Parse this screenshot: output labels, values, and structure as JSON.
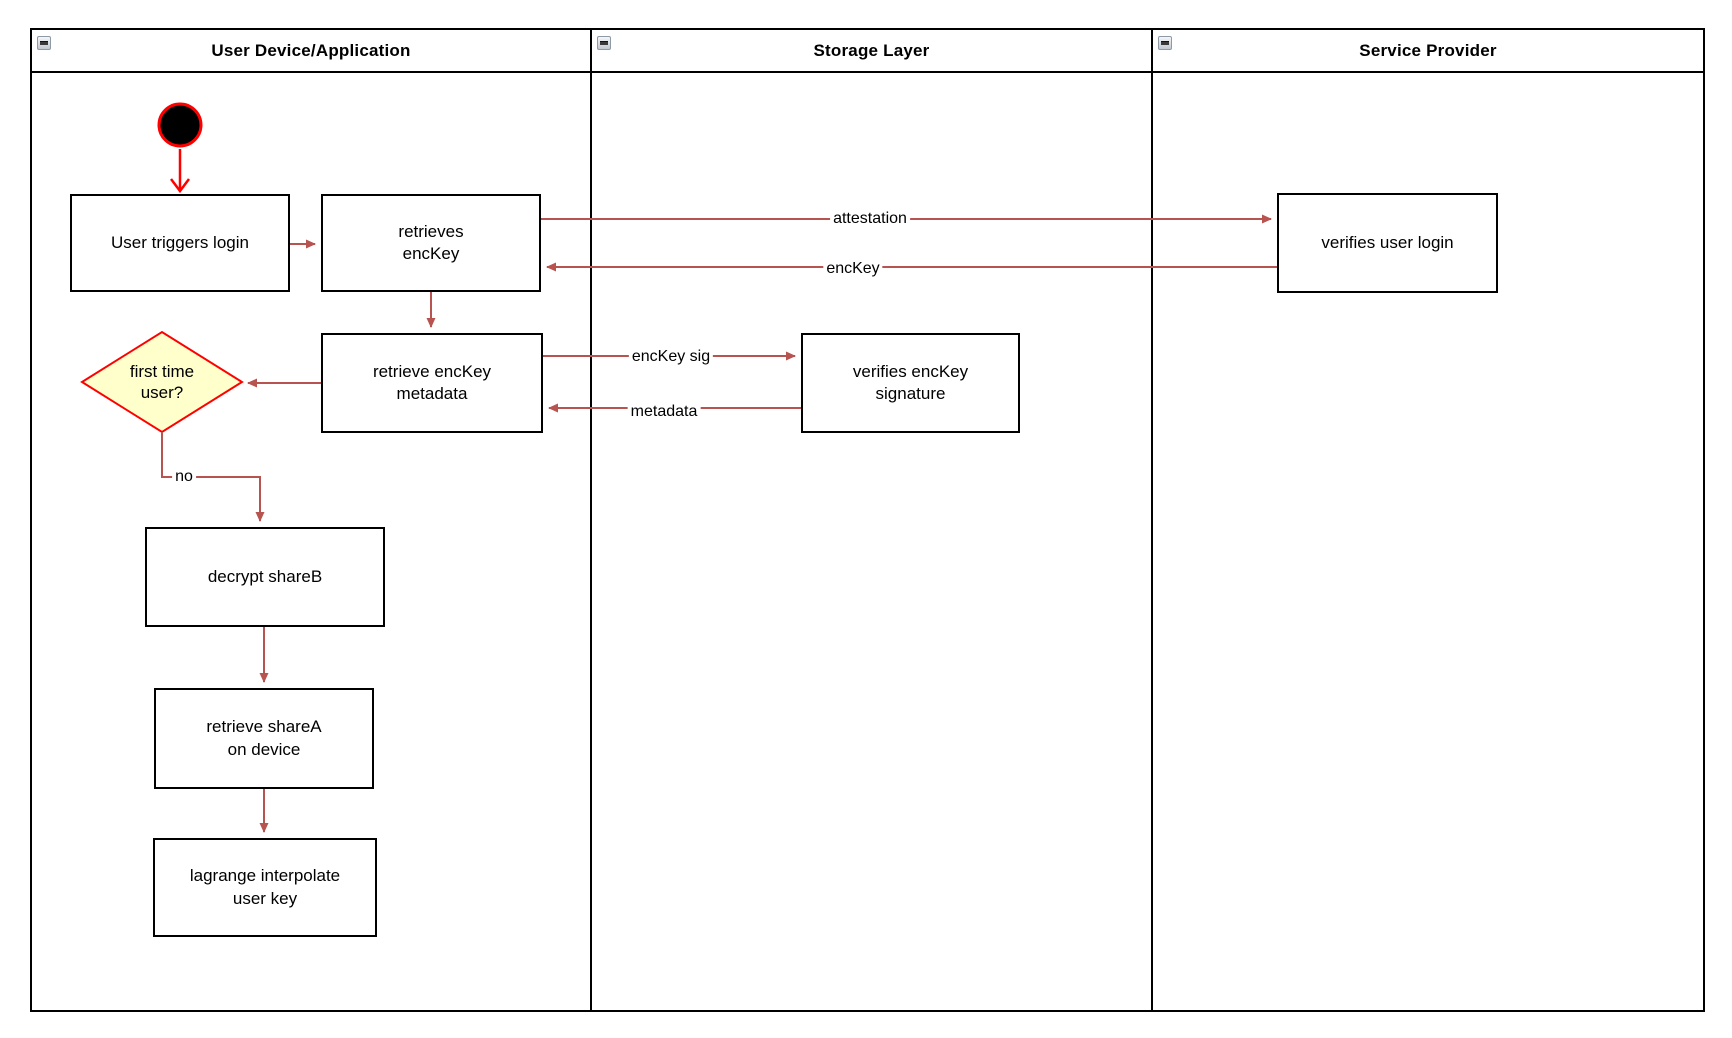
{
  "lanes": [
    {
      "title": "User Device/Application"
    },
    {
      "title": "Storage Layer"
    },
    {
      "title": "Service Provider"
    }
  ],
  "icons": {
    "collapse": "minus-collapse-icon"
  },
  "nodes": {
    "start": {
      "type": "initial-state"
    },
    "user_triggers_login": {
      "label": "User triggers login"
    },
    "retrieves_enckey": {
      "label": "retrieves\nencKey"
    },
    "verifies_user_login": {
      "label": "verifies user login"
    },
    "retrieve_enckey_metadata": {
      "label": "retrieve encKey\nmetadata"
    },
    "verifies_enckey_signature": {
      "label": "verifies encKey\nsignature"
    },
    "first_time_user": {
      "label": "first time\nuser?"
    },
    "decrypt_shareb": {
      "label": "decrypt shareB"
    },
    "retrieve_sharea": {
      "label": "retrieve shareA\non device"
    },
    "lagrange_interpolate": {
      "label": "lagrange interpolate\nuser key"
    }
  },
  "edge_labels": {
    "attestation": "attestation",
    "enckey": "encKey",
    "enckey_sig": "encKey sig",
    "metadata": "metadata",
    "no": "no"
  },
  "colors": {
    "edge": "#b85450",
    "start_edge": "#ff0000",
    "decision_fill": "#ffffcc",
    "decision_border": "#ff0000",
    "node_border": "#000000",
    "node_fill": "#ffffff",
    "start_fill": "#000000"
  }
}
